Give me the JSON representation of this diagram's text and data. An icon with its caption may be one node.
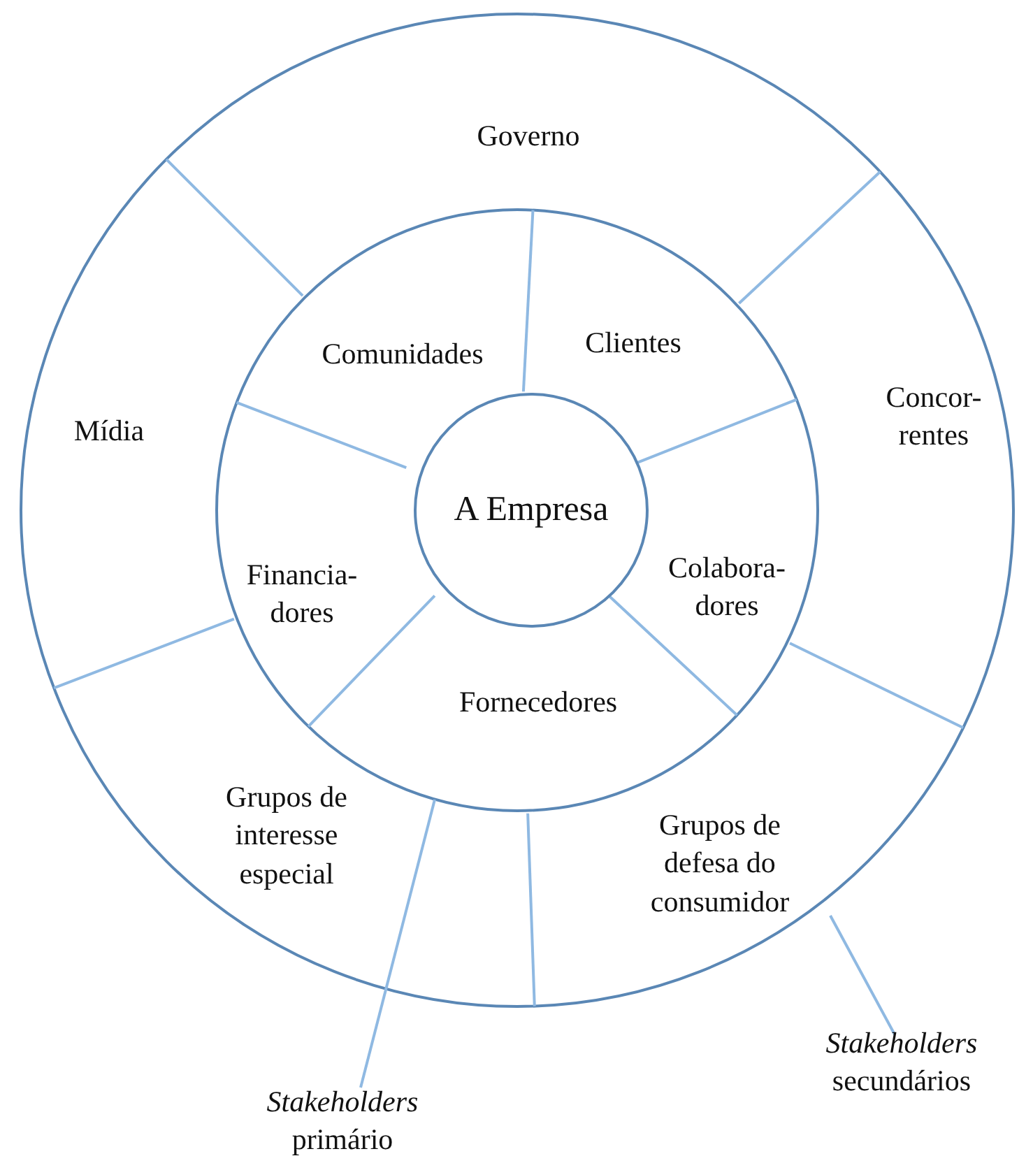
{
  "diagram": {
    "nodes": [
      {
        "text": [],
        "shape": "circle"
      },
      {
        "text": [
          "Governo"
        ],
        "in": 0
      },
      {
        "text": [
          "Mídia"
        ],
        "in": 0
      },
      {
        "text": [
          "Concor- rentes"
        ],
        "in": 0
      },
      {
        "text": [],
        "shape": "circle",
        "in": 0
      },
      {
        "text": [
          "Comunidades"
        ],
        "in": 4
      },
      {
        "text": [
          "Clientes"
        ],
        "in": 4
      },
      {
        "text": [
          "A Empresa"
        ],
        "in": 4
      },
      {
        "text": [
          "Financia- dores"
        ],
        "in": 4
      },
      {
        "text": [
          "Colabora- dores"
        ],
        "in": 4
      },
      {
        "text": [
          "Fornecedores"
        ],
        "in": 4
      },
      {
        "text": [
          "Grupos de interesse especial"
        ],
        "in": 0
      },
      {
        "text": [
          "Grupos de defesa do consumidor"
        ],
        "in": 0
      },
      {
        "text": [
          "*Stakeholders* primário"
        ]
      },
      {
        "text": [
          "*Stakeholders* secundários"
        ]
      }
    ],
    "edges": [
      {
        "from": 13,
        "to": 4,
        "arrow": "none"
      },
      {
        "from": 14,
        "to": 0,
        "arrow": "none"
      }
    ]
  }
}
